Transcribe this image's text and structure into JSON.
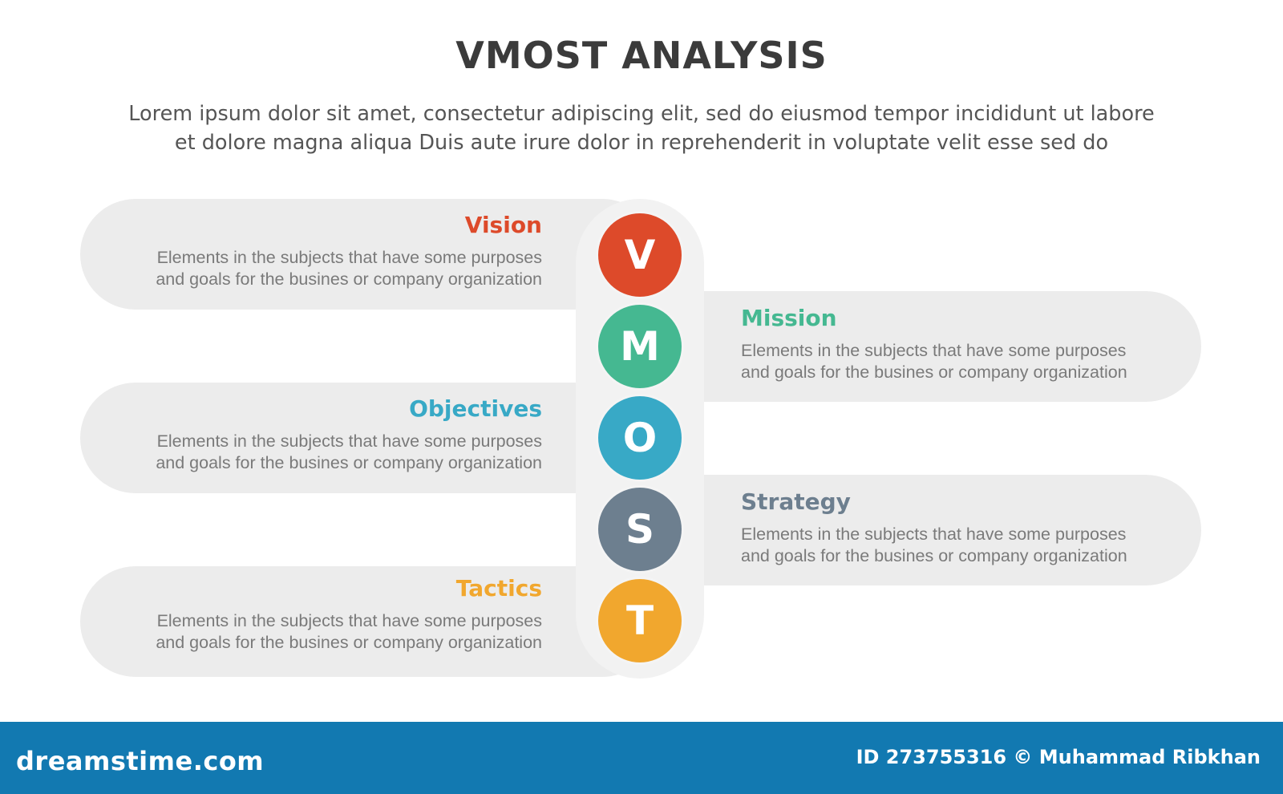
{
  "title": "VMOST ANALYSIS",
  "subtitle": {
    "line1": "Lorem ipsum dolor sit amet, consectetur adipiscing elit, sed do eiusmod tempor incididunt ut labore",
    "line2": "et dolore magna aliqua Duis aute irure dolor in reprehenderit in voluptate velit esse sed do"
  },
  "items": [
    {
      "letter": "V",
      "title": "Vision",
      "color": "#dd4a2a",
      "desc1": "Elements in the subjects that have some purposes",
      "desc2": "and goals for the  busines or company organization"
    },
    {
      "letter": "M",
      "title": "Mission",
      "color": "#45b891",
      "desc1": "Elements in the subjects that have some purposes",
      "desc2": "and goals for the  busines or company organization"
    },
    {
      "letter": "O",
      "title": "Objectives",
      "color": "#38a9c6",
      "desc1": "Elements in the subjects that have some purposes",
      "desc2": "and goals for the  busines or company organization"
    },
    {
      "letter": "S",
      "title": "Strategy",
      "color": "#6d7f8f",
      "desc1": "Elements in the subjects that have some purposes",
      "desc2": "and goals for the  busines or company organization"
    },
    {
      "letter": "T",
      "title": "Tactics",
      "color": "#f1a72e",
      "desc1": "Elements in the subjects that have some purposes",
      "desc2": "and goals for the  busines or company organization"
    }
  ],
  "footer": {
    "brand": "dreamstime.com",
    "credit": "ID 273755316 © Muhammad Ribkhan"
  }
}
